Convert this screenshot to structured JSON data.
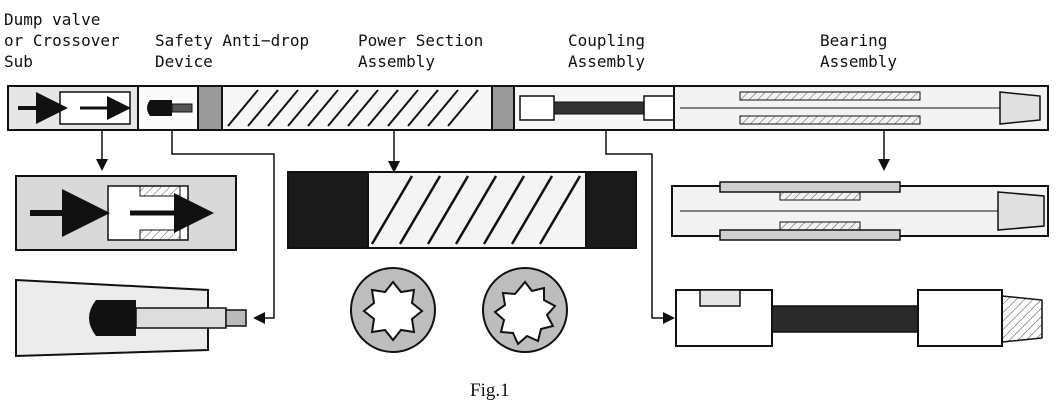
{
  "labels": {
    "dump_valve_line1": "Dump valve",
    "dump_valve_line2": "or Crossover",
    "dump_valve_line3": "Sub",
    "safety_line1": "Safety Anti−drop",
    "safety_line2": "Device",
    "power_line1": "Power Section",
    "power_line2": "Assembly",
    "coupling_line1": "Coupling",
    "coupling_line2": "Assembly",
    "bearing_line1": "Bearing",
    "bearing_line2": "Assembly"
  },
  "caption": "Fig.1",
  "colors": {
    "ink": "#111111",
    "body_fill": "#e8e8e8",
    "dark_fill": "#1a1a1a",
    "stator_fill": "#cfcfcf",
    "housing_fill": "#bdbdbd"
  }
}
